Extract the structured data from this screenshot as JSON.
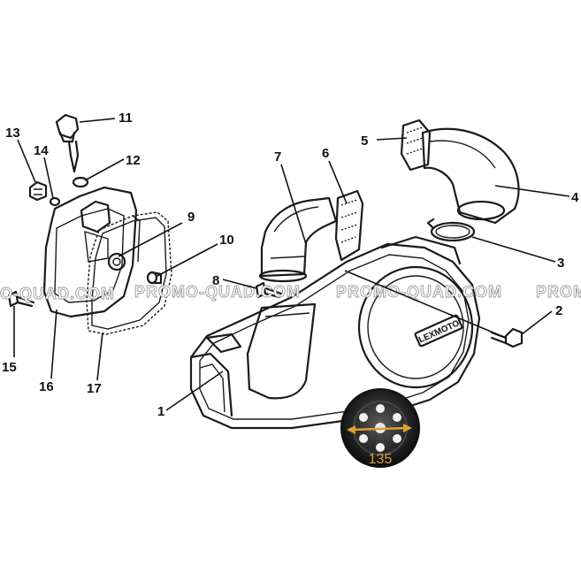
{
  "parts": [
    {
      "id": "1",
      "label": "1"
    },
    {
      "id": "2",
      "label": "2"
    },
    {
      "id": "3",
      "label": "3"
    },
    {
      "id": "4",
      "label": "4"
    },
    {
      "id": "5",
      "label": "5"
    },
    {
      "id": "6",
      "label": "6"
    },
    {
      "id": "7",
      "label": "7"
    },
    {
      "id": "8",
      "label": "8"
    },
    {
      "id": "9",
      "label": "9"
    },
    {
      "id": "10",
      "label": "10"
    },
    {
      "id": "11",
      "label": "11"
    },
    {
      "id": "12",
      "label": "12"
    },
    {
      "id": "13",
      "label": "13"
    },
    {
      "id": "14",
      "label": "14"
    },
    {
      "id": "15",
      "label": "15"
    },
    {
      "id": "16",
      "label": "16"
    },
    {
      "id": "17",
      "label": "17"
    }
  ],
  "watermarks": [
    "O-QUAD.COM",
    "PROMO-QUAD.COM",
    "PROMO-QUAD.COM",
    "PROMO-"
  ],
  "badge": {
    "value": "135",
    "arrow_color": "#e0a030"
  },
  "cover_brand": "LEXMOTO"
}
